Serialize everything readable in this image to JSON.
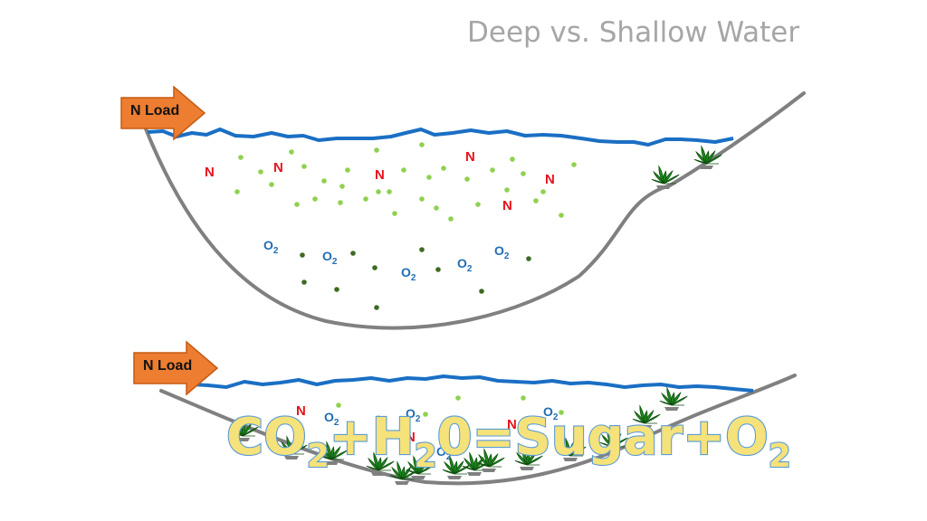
{
  "title": "Deep vs. Shallow Water",
  "colors": {
    "water_surface": "#1a6fc4",
    "basin_outline": "#808080",
    "algae_light": "#8fd14f",
    "algae_dark": "#3d6b22",
    "nitrogen_text": "#e8121b",
    "oxygen_text": "#1f6db5",
    "arrow_fill": "#ed7d31",
    "plant": "#1e8a1e",
    "equation_fill": "#f5e27a",
    "equation_stroke": "#5b9bd5"
  },
  "deep_basin": {
    "arrow_label": "N Load",
    "nitrogen_label": "N",
    "oxygen_label": "O",
    "oxygen_subscript": "2"
  },
  "shallow_basin": {
    "arrow_label": "N Load",
    "nitrogen_label": "N",
    "oxygen_label": "O",
    "oxygen_subscript": "2"
  },
  "equation": {
    "co": "CO",
    "sub1": "2",
    "plus1": "+H",
    "sub2": "2",
    "mid": "0=Sugar+O",
    "sub3": "2"
  }
}
